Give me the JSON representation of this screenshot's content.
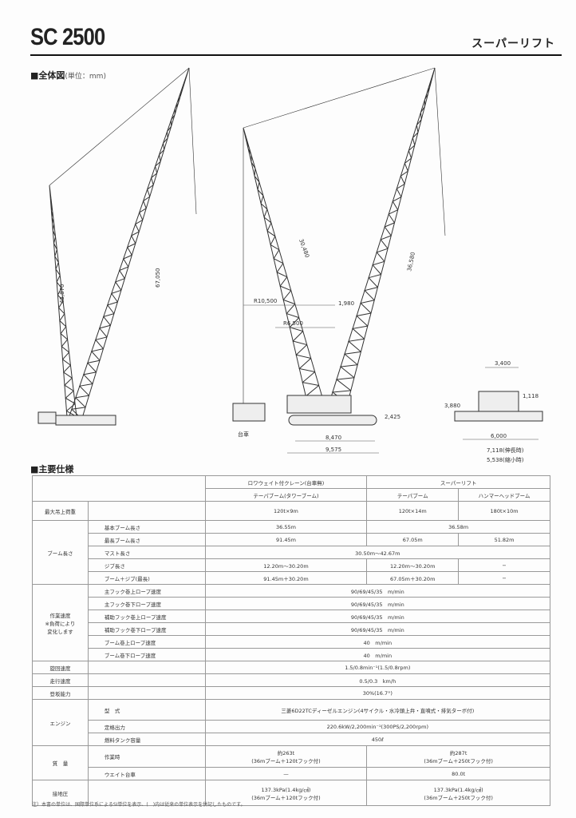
{
  "header": {
    "title": "SC 2500",
    "subtitle": "スーパーリフト"
  },
  "overview": {
    "heading": "■全体図",
    "unit": "(単位：mm)"
  },
  "drawing_labels": {
    "left": [
      "43,870",
      "67,050"
    ],
    "center": [
      "R10,500",
      "R6,500",
      "30,480",
      "1,980",
      "36,580",
      "2,425",
      "8,470",
      "9,575",
      "台車"
    ],
    "right": [
      "3,400",
      "1,118",
      "3,880",
      "6,000",
      "7,118(伸長時)",
      "5,538(縮小時)"
    ]
  },
  "specs": {
    "heading": "■主要仕様",
    "col_headers": {
      "a": "ロワウェイト付クレーン(台車無)",
      "b": "スーパーリフト",
      "a_sub": "テーパブーム(タワーブーム)",
      "b_sub1": "テーパブーム",
      "b_sub2": "ハンマーヘッドブーム"
    },
    "max_lift": {
      "label": "最大吊上荷重",
      "a": "120t×9m",
      "b1": "120t×14m",
      "b2": "180t×10m"
    },
    "boom": {
      "label": "ブーム長さ",
      "rows": [
        {
          "label": "基本ブーム長さ",
          "a": "36.55m",
          "b": "36.58m"
        },
        {
          "label": "最長ブーム長さ",
          "a": "91.45m",
          "b1": "67.05m",
          "b2": "51.82m"
        },
        {
          "label": "マスト長さ",
          "all": "30.50m〜42.67m"
        },
        {
          "label": "ジブ長さ",
          "a": "12.20m〜30.20m",
          "b1": "12.20m〜30.20m",
          "b2": "−"
        },
        {
          "label": "ブーム＋ジブ(最長)",
          "a": "91.45m＋30.20m",
          "b1": "67.05m＋30.20m",
          "b2": "−"
        }
      ]
    },
    "speed": {
      "label1": "作業速度",
      "label2": "※負荷により",
      "label3": "変化します",
      "rows": [
        {
          "label": "主フック巻上ロープ速度",
          "value": "90/69/45/35　m/min"
        },
        {
          "label": "主フック巻下ロープ速度",
          "value": "90/69/45/35　m/min"
        },
        {
          "label": "補助フック巻上ロープ速度",
          "value": "90/69/45/35　m/min"
        },
        {
          "label": "補助フック巻下ロープ速度",
          "value": "90/69/45/35　m/min"
        },
        {
          "label": "ブーム巻上ロープ速度",
          "value": "40　m/min"
        },
        {
          "label": "ブーム巻下ロープ速度",
          "value": "40　m/min"
        }
      ]
    },
    "swing": {
      "label": "旋回速度",
      "value": "1.5/0.8min⁻¹(1.5/0.8rpm)"
    },
    "travel": {
      "label": "走行速度",
      "value": "0.5/0.3　km/h"
    },
    "grade": {
      "label": "登坂能力",
      "value": "30%(16.7°)"
    },
    "engine": {
      "label": "エンジン",
      "rows": [
        {
          "label": "型　式",
          "value": "三菱6D22TCディーゼルエンジン(4サイクル・水冷頭上弁・直噴式・排気ターボ付)"
        },
        {
          "label": "定格出力",
          "value": "220.6kW/2,200min⁻¹(300PS/2,200rpm)"
        },
        {
          "label": "燃料タンク容量",
          "value": "450ℓ"
        }
      ]
    },
    "mass": {
      "label": "質　量",
      "work_label": "作業時",
      "work_a1": "約263t",
      "work_a2": "(36mブーム＋120tフック付)",
      "work_b1": "約287t",
      "work_b2": "(36mブーム＋250tフック付)",
      "weight_label": "ウエイト台車",
      "weight_a": "—",
      "weight_b": "80.0t"
    },
    "ground": {
      "label": "接地圧",
      "a1": "137.3kPa(1.4kg/㎠)",
      "a2": "(36mブーム＋120tフック付)",
      "b1": "137.3kPa(1.4kg/㎠)",
      "b2": "(36mブーム＋250tフック付)"
    }
  },
  "footnote": "注）本書の単位は、国際単位系によるSI単位を表示、(　)内は従来の単位表示を併記したものです。"
}
